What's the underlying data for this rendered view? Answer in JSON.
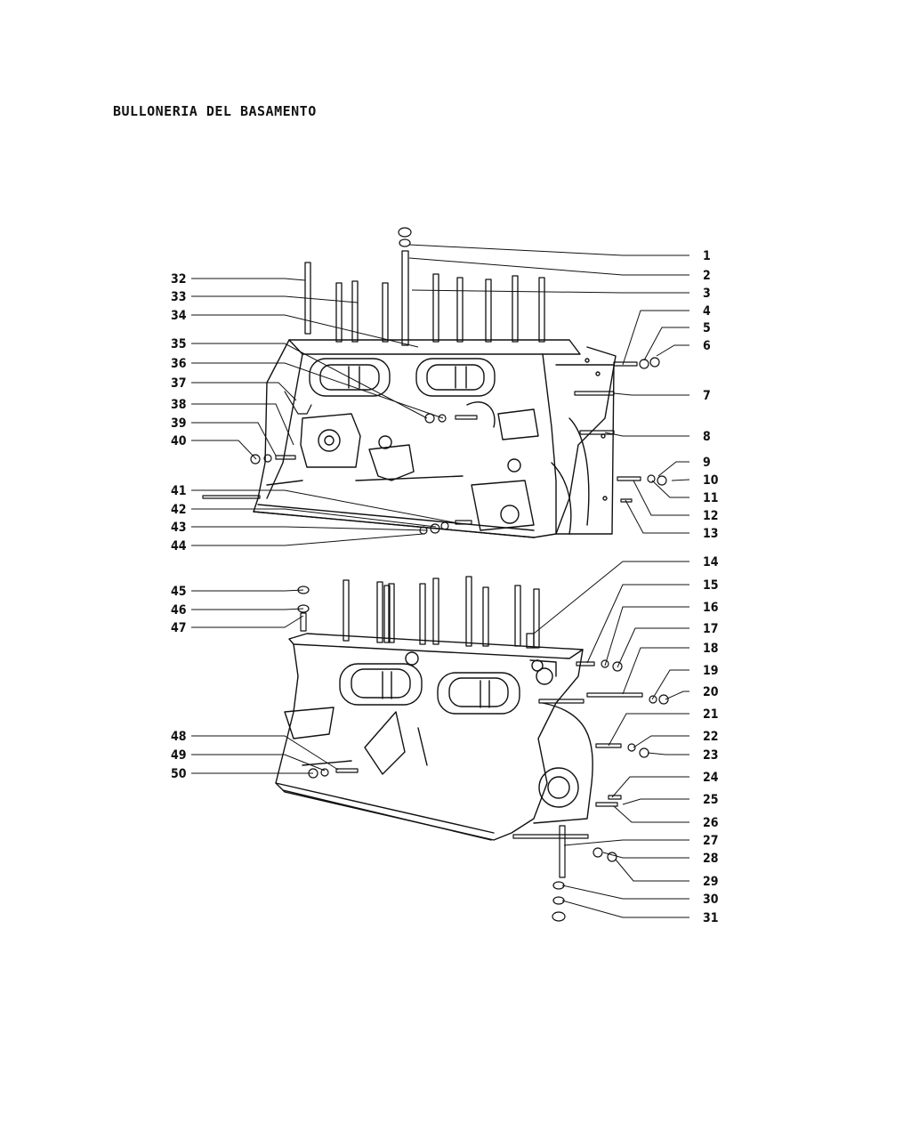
{
  "title": "BULLONERIA DEL BASAMENTO",
  "callouts_right": [
    "1",
    "2",
    "3",
    "4",
    "5",
    "6",
    "7",
    "8",
    "9",
    "10",
    "11",
    "12",
    "13",
    "14",
    "15",
    "16",
    "17",
    "18",
    "19",
    "20",
    "21",
    "22",
    "23",
    "24",
    "25",
    "26",
    "27",
    "28",
    "29",
    "30",
    "31"
  ],
  "callouts_left": [
    "32",
    "33",
    "34",
    "35",
    "36",
    "37",
    "38",
    "39",
    "40",
    "41",
    "42",
    "43",
    "44",
    "45",
    "46",
    "47",
    "48",
    "49",
    "50"
  ],
  "colors": {
    "ink": "#111111",
    "paper": "#ffffff"
  }
}
